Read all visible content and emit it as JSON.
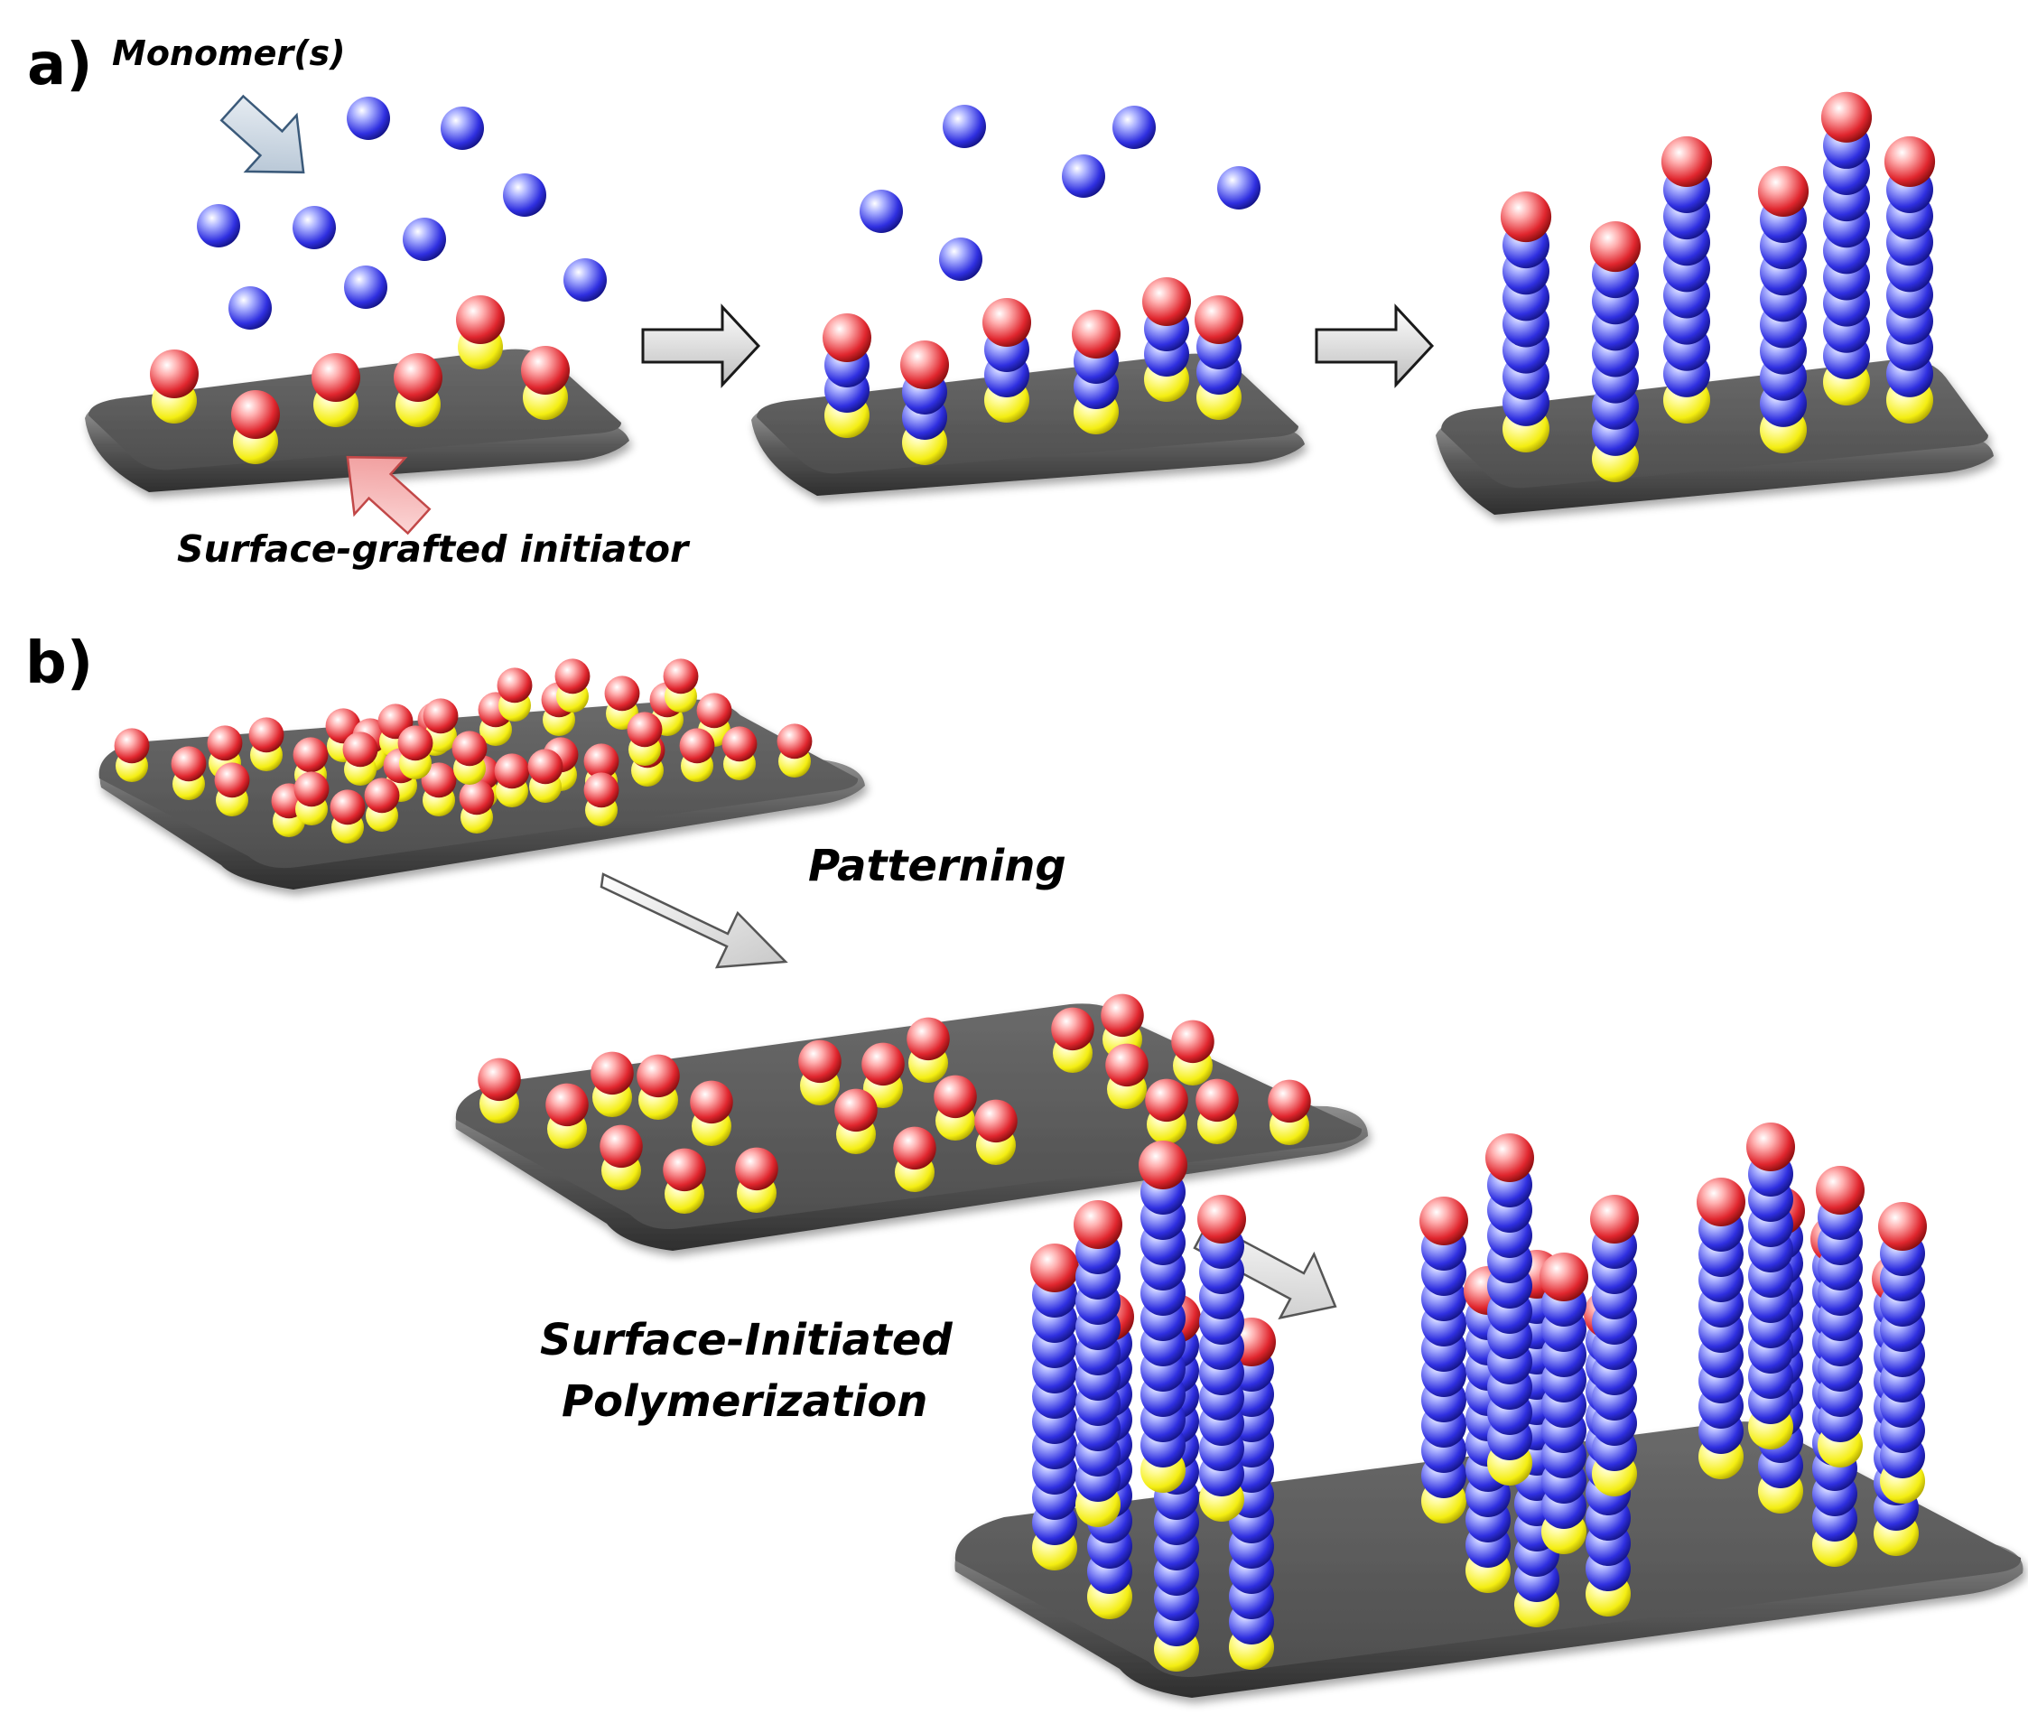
{
  "panel_a": {
    "label": "a)",
    "monomer_label": "Monomer(s)",
    "initiator_label": "Surface-grafted initiator"
  },
  "panel_b": {
    "label": "b)",
    "patterning_label": "Patterning",
    "polymerization_label_line1": "Surface-Initiated",
    "polymerization_label_line2": "Polymerization"
  },
  "colors": {
    "substrate": "#5a5a5a",
    "monomer": "#2f2fe0",
    "initiator": "#e0262e",
    "anchor": "#f4ee12",
    "monomer_arrow": "#c9d6e4",
    "initiator_arrow": "#f2a9a9",
    "process_arrow": "#e4e4e4"
  },
  "icons": {
    "monomer_pointer": "arrow-icon",
    "initiator_pointer": "arrow-icon",
    "process_step": "arrow-icon"
  }
}
